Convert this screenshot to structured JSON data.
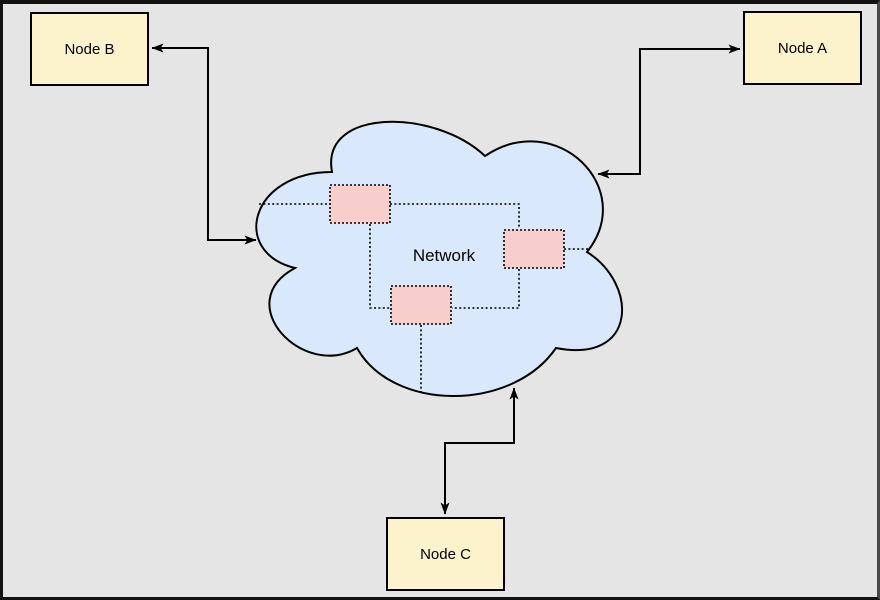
{
  "diagram": {
    "cloud": {
      "label": "Network"
    },
    "nodes": [
      {
        "label": "Node A"
      },
      {
        "label": "Node B"
      },
      {
        "label": "Node C"
      }
    ],
    "inner_boxes_count": "3",
    "colors": {
      "canvas_bg": "#e5e5e5",
      "frame_dark": "#121212",
      "frame_light": "#4a4a4a",
      "cloud_fill": "#dae8fc",
      "cloud_stroke": "#000000",
      "inner_box_fill": "#f8cecc",
      "inner_box_stroke": "#000000",
      "node_fill": "#fcf2cc",
      "node_stroke": "#000000",
      "connector": "#000000"
    }
  }
}
